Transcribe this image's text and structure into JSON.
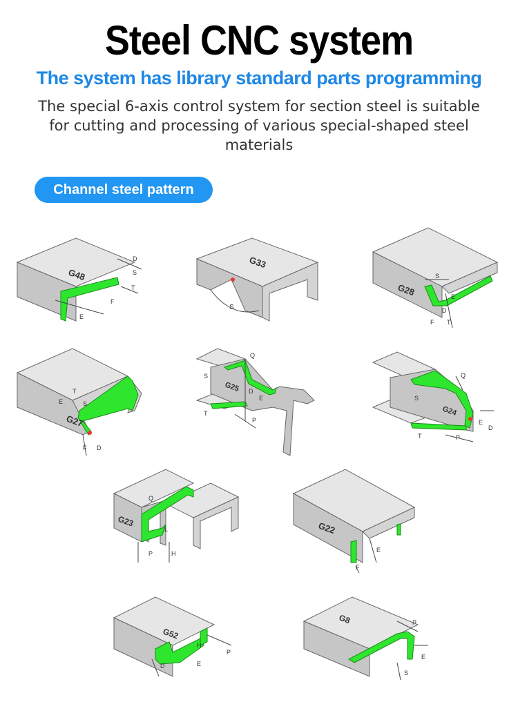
{
  "header": {
    "title": "Steel CNC system",
    "subtitle": "The system has library standard parts programming",
    "description": "The special 6-axis control system for section steel is suitable for cutting and processing of various special-shaped steel materials"
  },
  "section_label": "Channel steel pattern",
  "colors": {
    "accent": "#1e88e5",
    "pill": "#2196f3",
    "cut": "#2ee62e",
    "steel": "#c8c8c8"
  },
  "parts": [
    {
      "code": "G48",
      "dims": [
        "D",
        "S",
        "T",
        "F",
        "E"
      ]
    },
    {
      "code": "G33",
      "dims": [
        "S"
      ]
    },
    {
      "code": "G28",
      "dims": [
        "S",
        "E",
        "D",
        "T",
        "F"
      ]
    },
    {
      "code": "G27",
      "dims": [
        "T",
        "S",
        "E",
        "F",
        "D"
      ]
    },
    {
      "code": "G25",
      "dims": [
        "Q",
        "S",
        "D",
        "E",
        "T",
        "P"
      ]
    },
    {
      "code": "G24",
      "dims": [
        "Q",
        "S",
        "E",
        "D",
        "T",
        "P"
      ]
    },
    {
      "code": "G23",
      "dims": [
        "Q",
        "L",
        "P",
        "H"
      ]
    },
    {
      "code": "G22",
      "dims": [
        "E",
        "F"
      ]
    },
    {
      "code": "G52",
      "dims": [
        "H",
        "P",
        "D",
        "E"
      ]
    },
    {
      "code": "G8",
      "dims": [
        "P",
        "E",
        "S"
      ]
    }
  ]
}
